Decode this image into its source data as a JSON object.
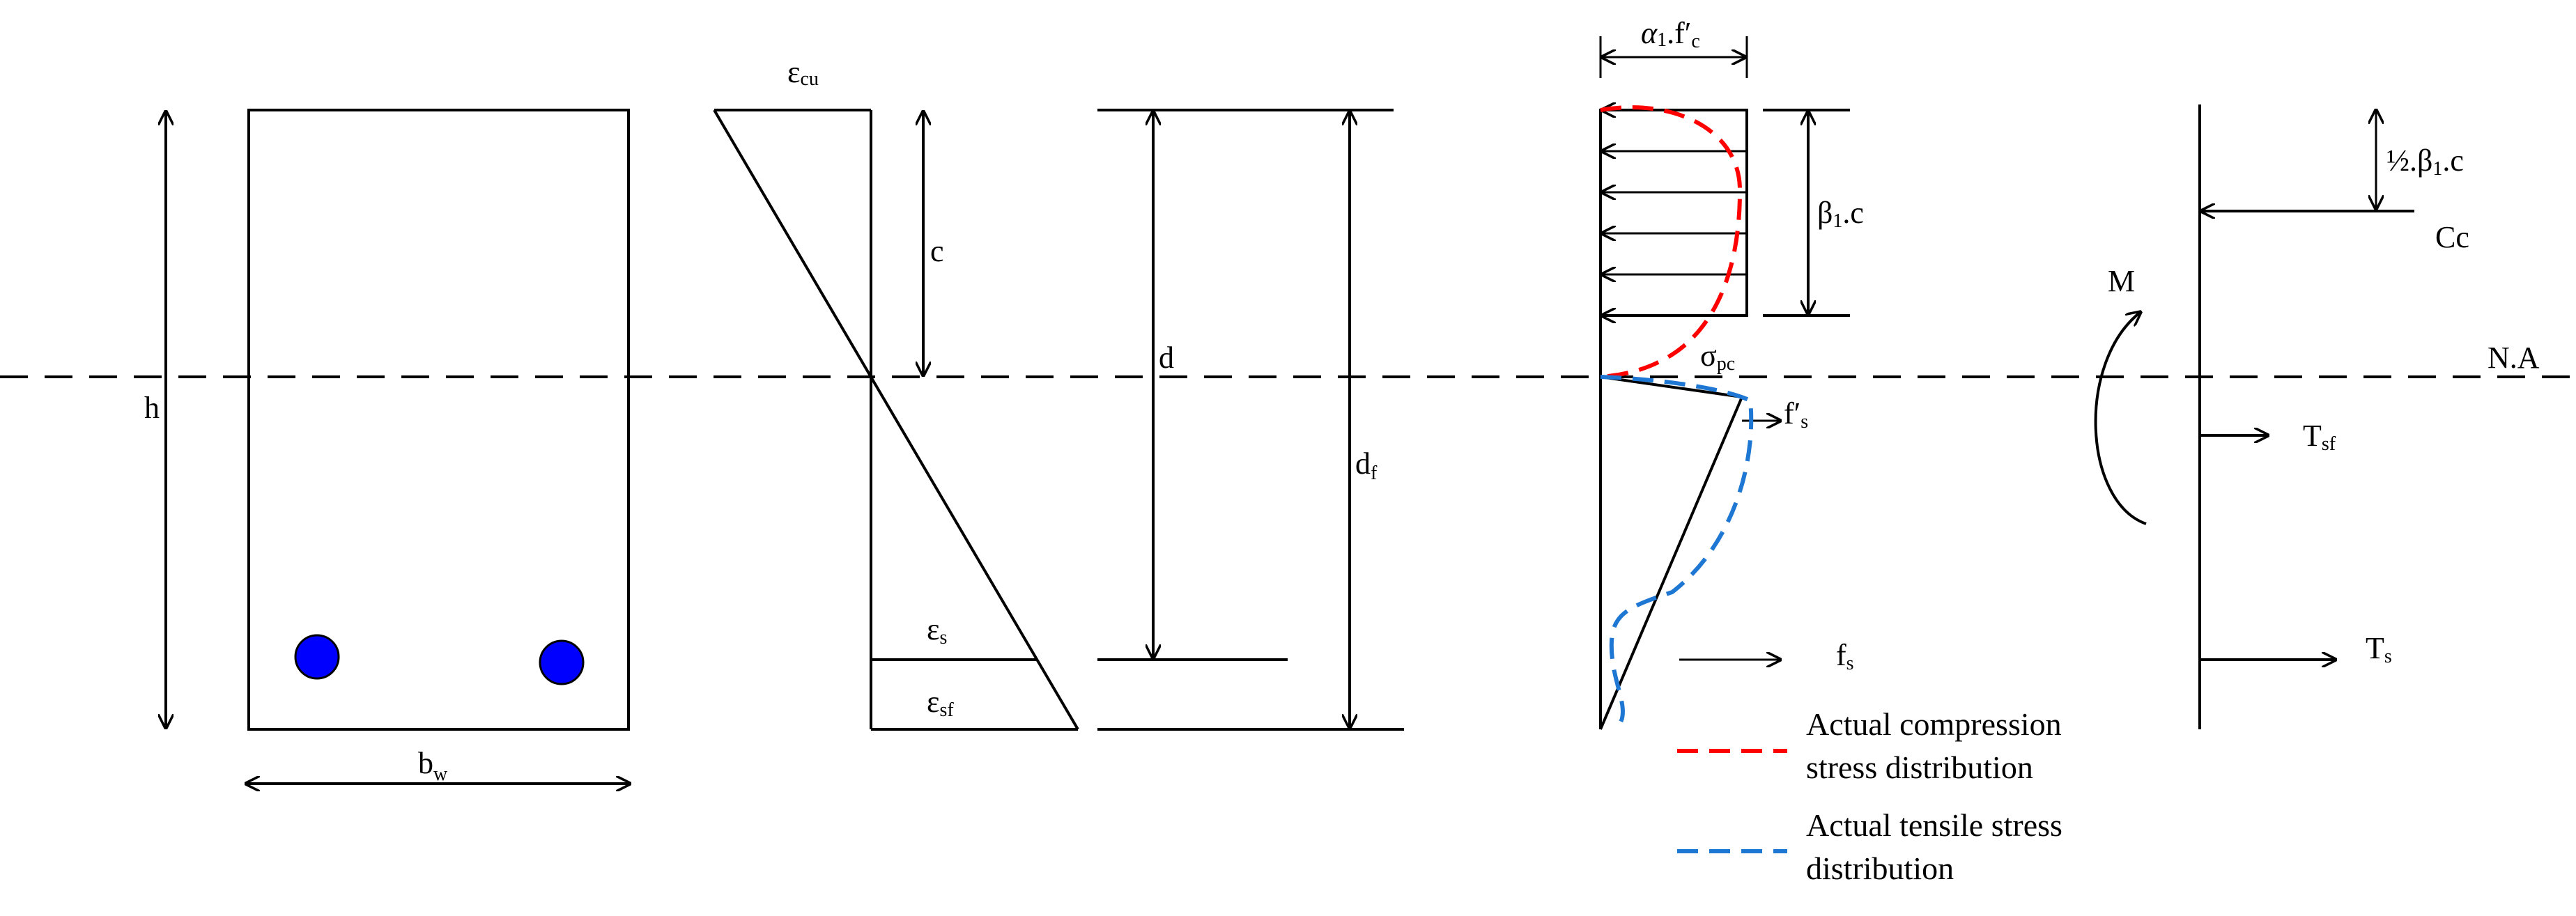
{
  "colors": {
    "line": "#000000",
    "bar": "#0000FF",
    "compression_curve": "#FF0000",
    "tensile_curve": "#1F77D4"
  },
  "section": {
    "h": "h",
    "bw": "b",
    "bw_sub": "w"
  },
  "strain": {
    "ecu": "ε",
    "ecu_sub": "cu",
    "es": "ε",
    "es_sub": "s",
    "esf": "ε",
    "esf_sub": "sf",
    "c": "c",
    "d": "d",
    "df": "d",
    "df_sub": "f"
  },
  "stress": {
    "alpha_a": "α",
    "alpha_sub": "1",
    "alpha_b": ".f′",
    "alpha_c_sub": "c",
    "beta_a": "β",
    "beta_sub": "1",
    "beta_b": ".c",
    "sigma_pc": "σ",
    "sigma_sub": "pc",
    "fs_prime": "f′",
    "fs_prime_sub": "s",
    "fs": "f",
    "fs_sub": "s"
  },
  "forces": {
    "half_beta_a": "½.β",
    "half_beta_sub": "1",
    "half_beta_b": ".c",
    "cc": "Cc",
    "tsf": "T",
    "tsf_sub": "sf",
    "ts": "T",
    "ts_sub": "s",
    "m": "M",
    "na": "N.A"
  },
  "legend": {
    "compression_line1": "Actual compression",
    "compression_line2": "stress distribution",
    "tensile_line1": "Actual tensile stress",
    "tensile_line2": "distribution"
  }
}
